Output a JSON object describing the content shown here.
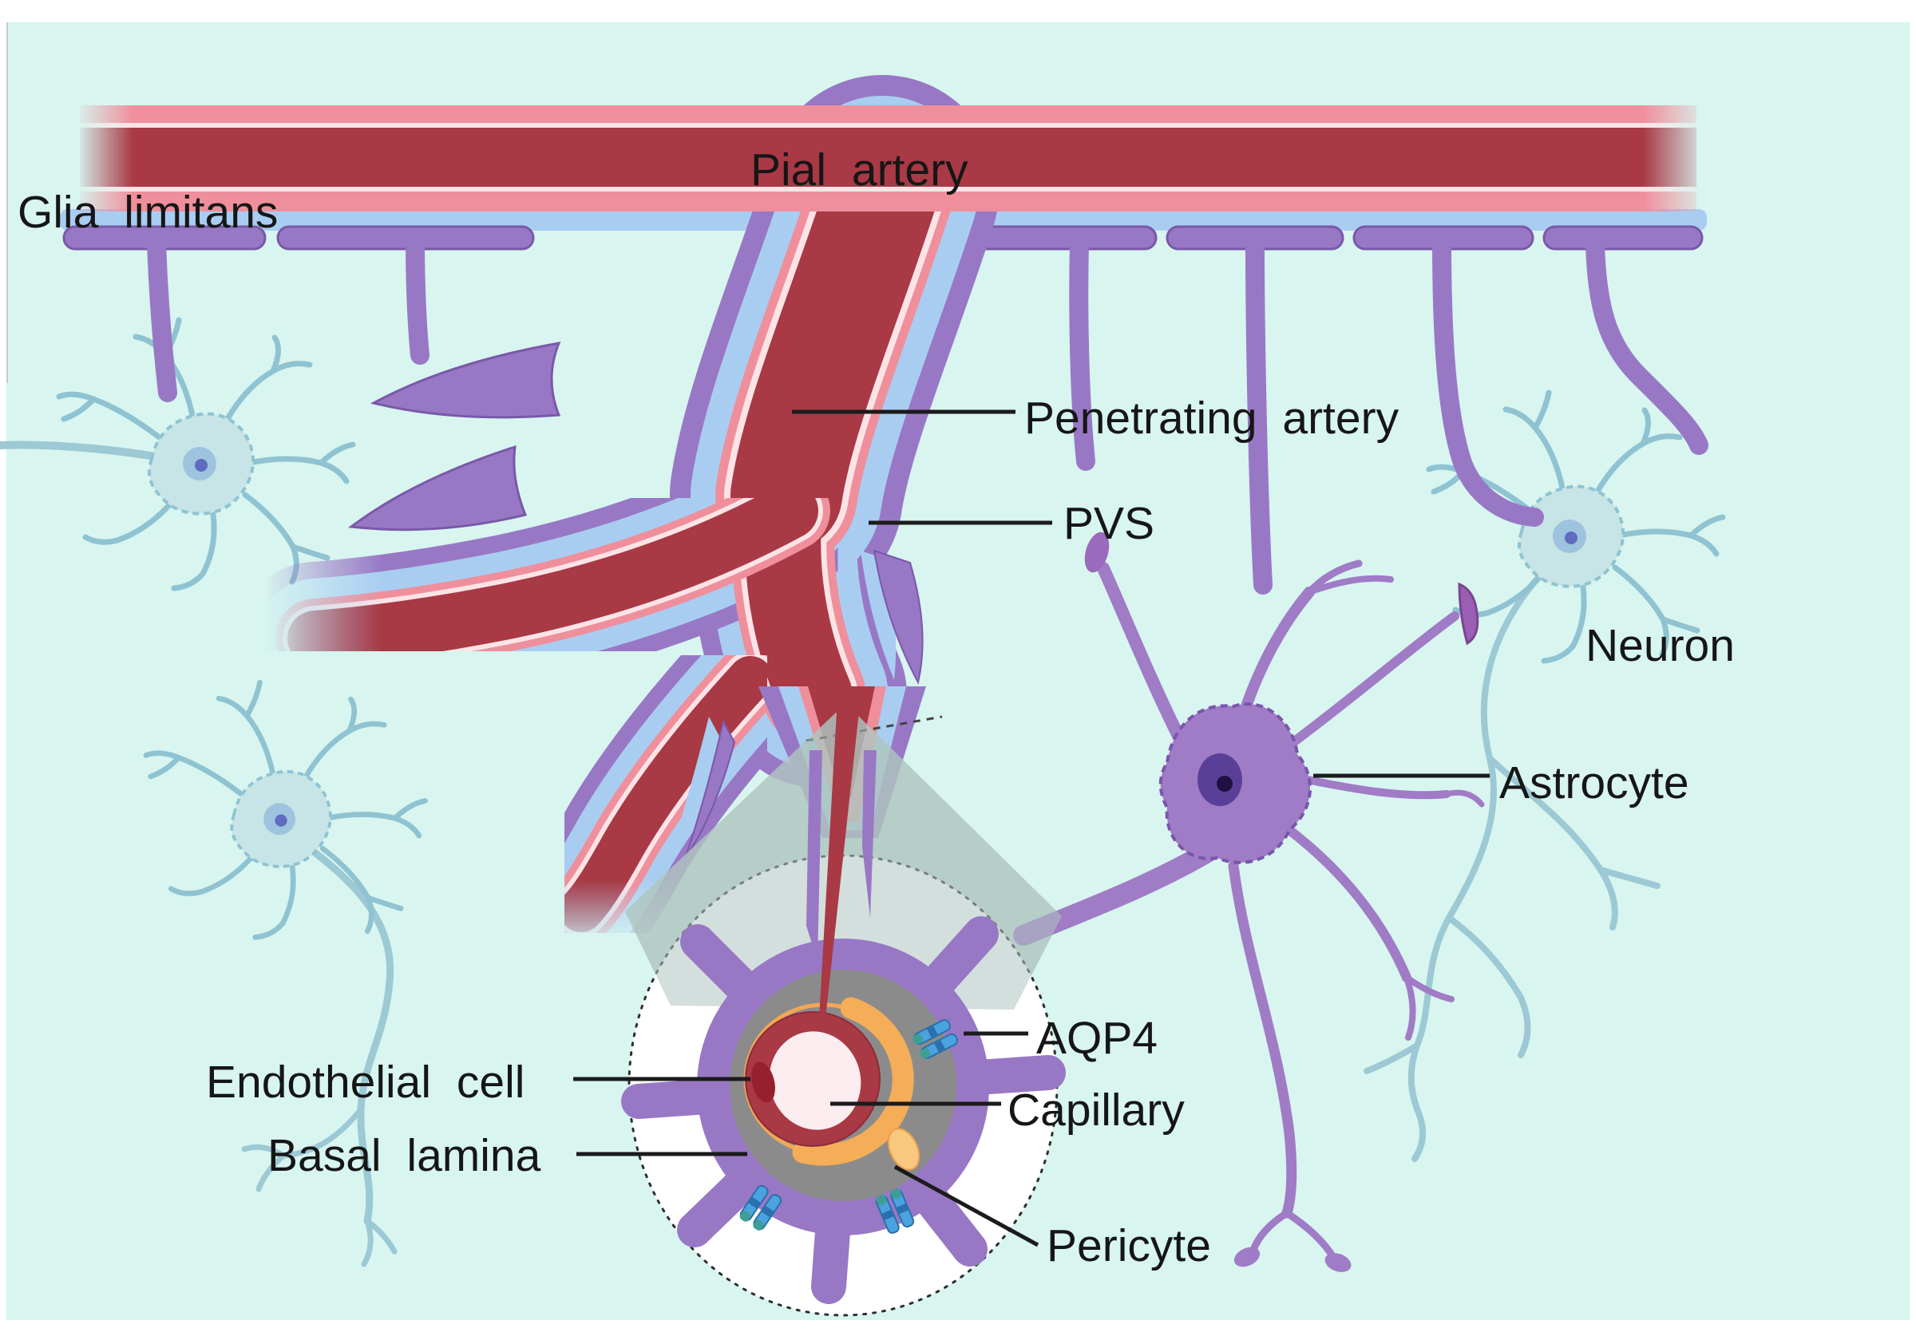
{
  "labels": {
    "pial_artery": "Pial artery",
    "glia_limitans": "Glia limitans",
    "penetrating_artery": "Penetrating artery",
    "pvs": "PVS",
    "neuron": "Neuron",
    "astrocyte": "Astrocyte",
    "aqp4": "AQP4",
    "capillary": "Capillary",
    "pericyte": "Pericyte",
    "endothelial_cell": "Endothelial cell",
    "basal_lamina": "Basal lamina"
  },
  "colors": {
    "background": "#ffffff",
    "panel": "#d8f5f0",
    "artery_red": "#a83945",
    "artery_pink": "#ef8f9b",
    "artery_inner_line": "#fbe3e6",
    "pvs_blue": "#a9cdf1",
    "glia_purple": "#9878c5",
    "glia_outline": "#7a58a8",
    "astrocyte_purple": "#a07bc6",
    "astrocyte_nucleus": "#5a3f99",
    "neuron_fill": "#c7e4e6",
    "neuron_outline": "#8fc3d2",
    "neuron_nucleus": "#9ec3de",
    "basal_lamina_gray": "#8b8b8b",
    "pericyte_orange": "#f5ad58",
    "aqp4_blue": "#4aa3de",
    "capillary_lumen": "#fbecef",
    "endothelial_nucleus": "#97202f",
    "magnifier_cone_gray": "#afc4c0",
    "label_text": "#161616"
  }
}
